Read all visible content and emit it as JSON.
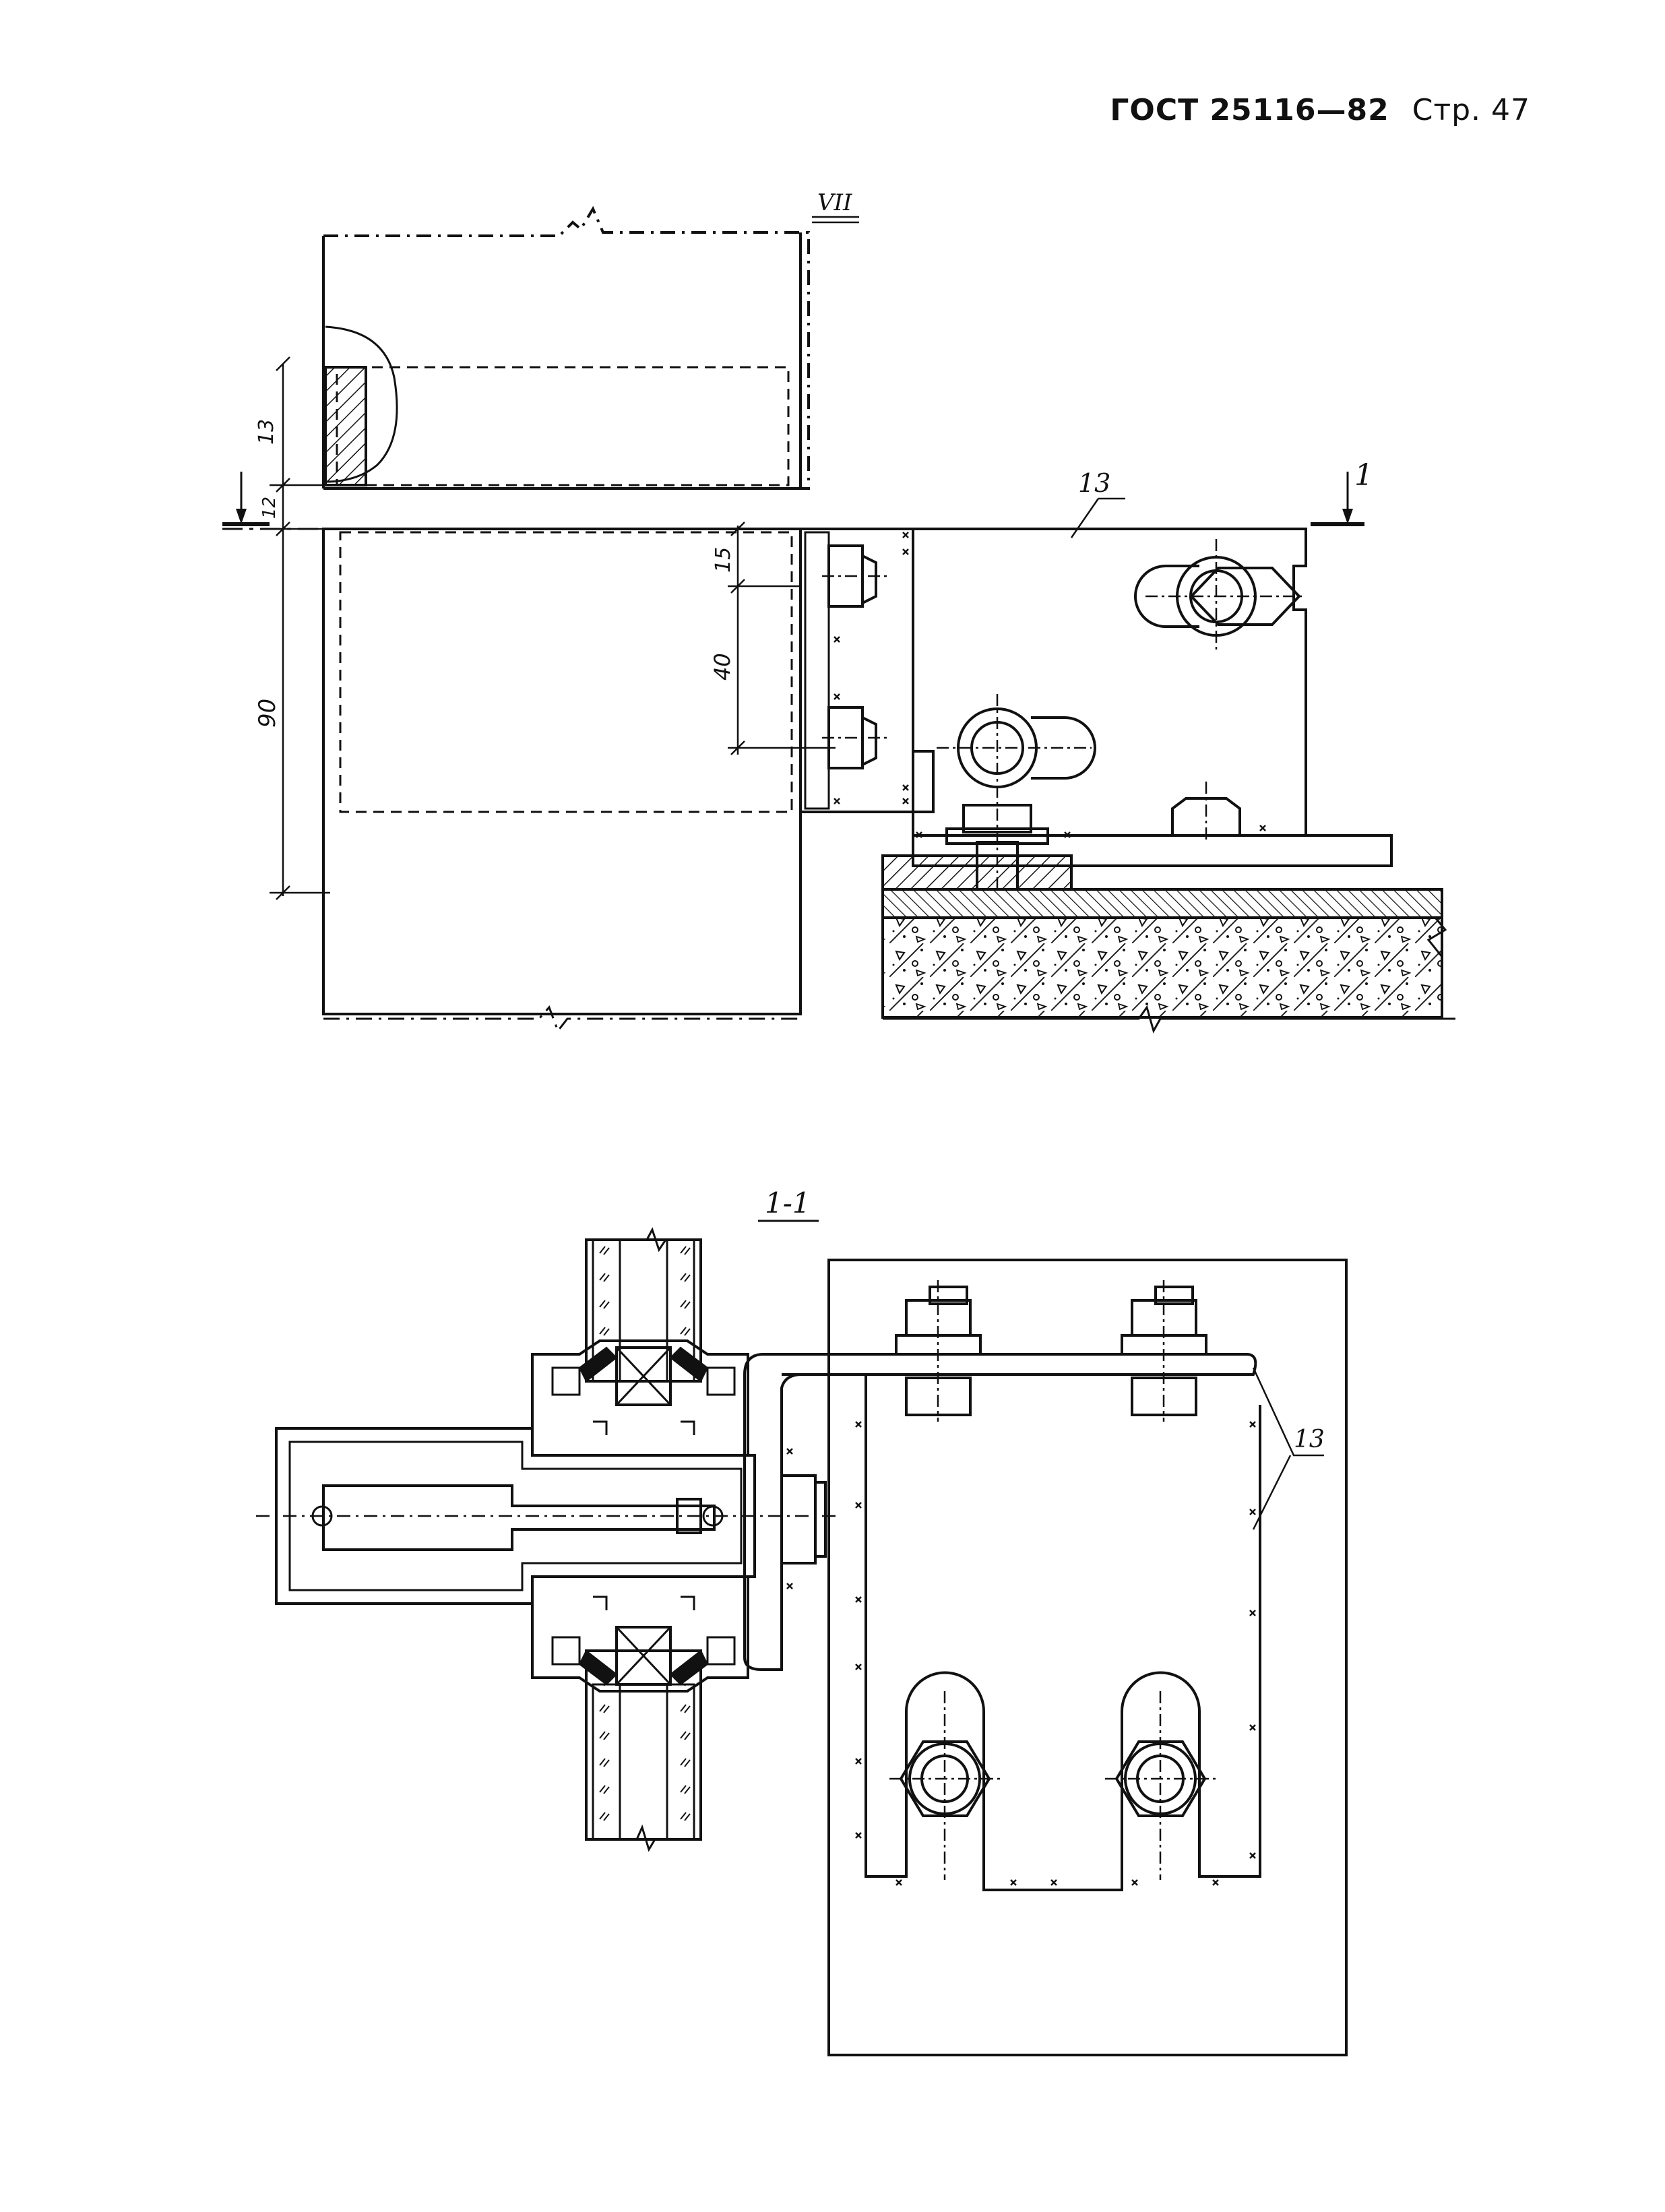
{
  "header": {
    "standard": "ГОСТ 25116—82",
    "page": "Стр. 47"
  },
  "drawing_top": {
    "view_mark": "VII",
    "section_mark": "1",
    "part_ref": "13",
    "dimensions": {
      "d_upper": "13",
      "d_gap": "12",
      "d_height": "90",
      "d_bolt_offset": "15",
      "d_bolt_spacing": "40"
    }
  },
  "drawing_bottom": {
    "section_title": "1-1",
    "part_ref": "13"
  }
}
